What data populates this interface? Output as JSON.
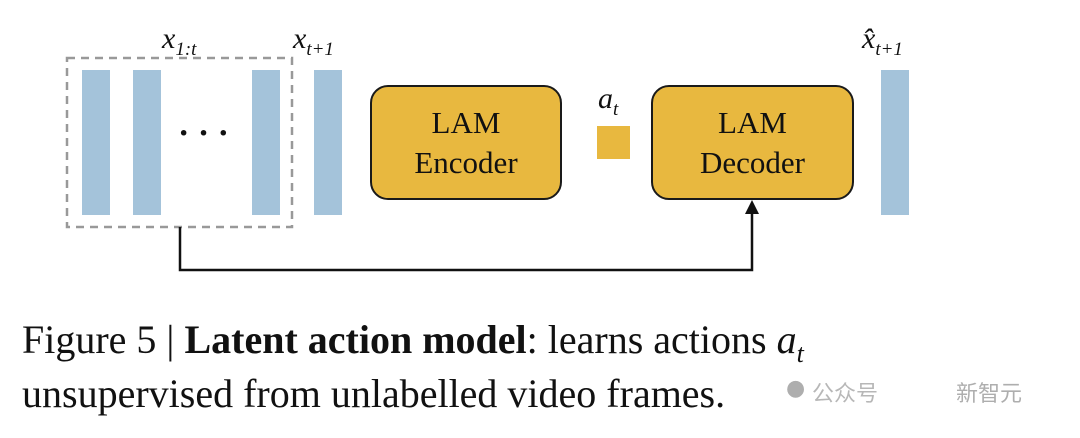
{
  "diagram": {
    "labels": {
      "x_context": "x",
      "x_context_sub": "1:t",
      "x_next": "x",
      "x_next_sub": "t+1",
      "x_hat": "x̂",
      "x_hat_sub": "t+1",
      "action": "a",
      "action_sub": "t",
      "ellipsis": "· · ·"
    },
    "encoder": {
      "line1": "LAM",
      "line2": "Encoder"
    },
    "decoder": {
      "line1": "LAM",
      "line2": "Decoder"
    },
    "colors": {
      "frame": "#a4c3da",
      "module": "#e8b83f"
    }
  },
  "caption": {
    "prefix": "Figure 5 | ",
    "bold": "Latent action model",
    "line1_rest": ": learns actions ",
    "var": "a",
    "var_sub": "t",
    "line2": "unsupervised from unlabelled video frames."
  },
  "watermark": {
    "left": "公众号",
    "right": "新智元"
  }
}
